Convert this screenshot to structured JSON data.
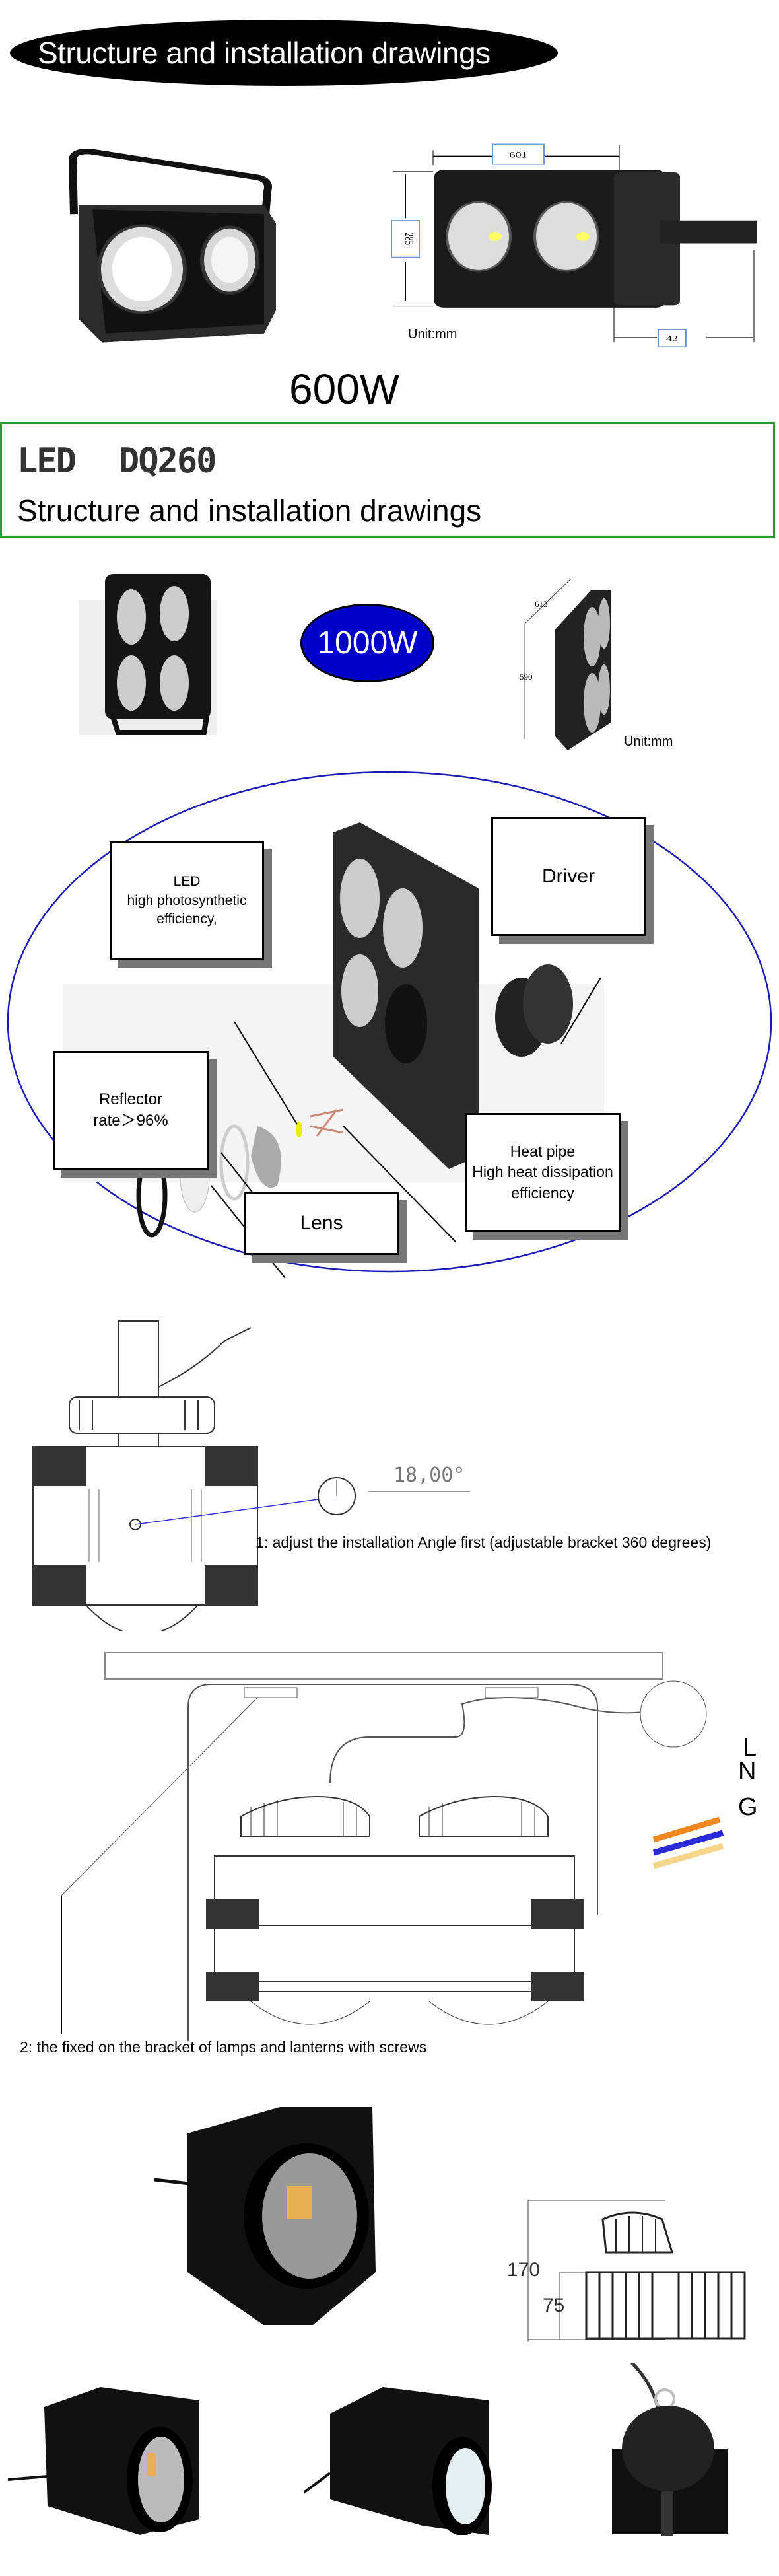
{
  "section1": {
    "title": "Structure and installation drawings",
    "dimensions": {
      "width": "601",
      "height": "285",
      "depth": "42",
      "unit": "Unit:mm"
    },
    "power": "600W"
  },
  "section2": {
    "model": [
      "LED",
      "DQ260"
    ],
    "subtitle": "Structure and installation drawings",
    "power": "1000W",
    "dimensions": {
      "width": "613",
      "height": "590",
      "unit": "Unit:mm"
    },
    "accent_color": "#0000c8",
    "border_color": "#2a9a2a"
  },
  "exploded": {
    "led": [
      "LED",
      "high photosynthetic",
      "efficiency,"
    ],
    "driver": "Driver",
    "reflector": [
      "Reflector",
      "rate＞96%"
    ],
    "heat_pipe": [
      "Heat pipe",
      "High  heat dissipation",
      "efficiency"
    ],
    "lens": "Lens"
  },
  "installation": {
    "angle_value": "18,00°",
    "step1": "1: adjust the installation Angle first (adjustable bracket 360 degrees)",
    "wires": [
      "L",
      "N",
      "G"
    ],
    "wire_colors": [
      "#f08a20",
      "#2a2ad8",
      "#f5d58a"
    ],
    "step2": "2: the fixed on the bracket of lamps and lanterns with screws"
  },
  "module": {
    "height_total": "170",
    "height_body": "75"
  }
}
